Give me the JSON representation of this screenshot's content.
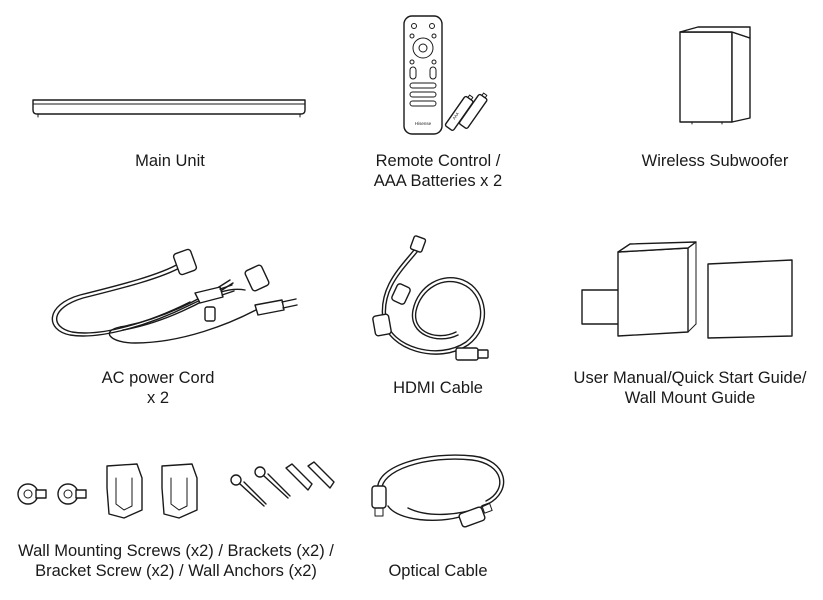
{
  "items": [
    {
      "id": "main_unit",
      "lines": [
        "Main Unit"
      ],
      "icon": "soundbar-icon"
    },
    {
      "id": "remote",
      "lines": [
        "Remote Control /",
        "AAA Batteries x 2"
      ],
      "icon": "remote-control-icon",
      "battery_label": "AAA",
      "brand_label": "Hisense"
    },
    {
      "id": "subwoofer",
      "lines": [
        "Wireless Subwoofer"
      ],
      "icon": "subwoofer-icon"
    },
    {
      "id": "ac_cord",
      "lines": [
        "AC power Cord",
        "x 2"
      ],
      "icon": "power-cord-icon"
    },
    {
      "id": "hdmi",
      "lines": [
        "HDMI Cable"
      ],
      "icon": "hdmi-cable-icon"
    },
    {
      "id": "manuals",
      "lines": [
        "User Manual/Quick Start Guide/",
        "Wall Mount Guide"
      ],
      "icon": "manual-booklets-icon"
    },
    {
      "id": "wall_mount",
      "lines": [
        "Wall Mounting Screws (x2) / Brackets (x2) /",
        "Bracket Screw (x2) / Wall Anchors (x2)"
      ],
      "icon": "wall-mount-hardware-icon"
    },
    {
      "id": "optical",
      "lines": [
        "Optical Cable"
      ],
      "icon": "optical-cable-icon"
    }
  ]
}
